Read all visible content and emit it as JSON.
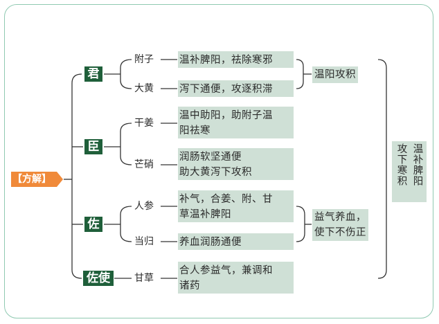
{
  "section_title": "【方解】",
  "roles": {
    "jun": "君",
    "chen": "臣",
    "zuo": "佐",
    "zuoshi": "佐使"
  },
  "herbs": {
    "fuzi": "附子",
    "dahuang": "大黄",
    "ganjiang": "干姜",
    "mangxiao": "芒硝",
    "renshen": "人参",
    "danggui": "当归",
    "gancao": "甘草"
  },
  "effects": {
    "fuzi": "温补脾阳，祛除寒邪",
    "dahuang": "泻下通便，攻逐积滞",
    "ganjiang_line1": "温中助阳，助附子温",
    "ganjiang_line2": "阳祛寒",
    "mangxiao_line1": "润肠软坚通便",
    "mangxiao_line2": "助大黄泻下攻积",
    "renshen_line1": "补气，合姜、附、甘",
    "renshen_line2": "草温补脾阳",
    "danggui": "养血润肠通便",
    "gancao_line1": "合人参益气，兼调和",
    "gancao_line2": "诸药"
  },
  "groups": {
    "jun_summary": "温阳攻积",
    "zuo_summary_line1": "益气养血，",
    "zuo_summary_line2": "使下不伤正"
  },
  "overall": {
    "col1": "温补脾阳",
    "col2": "攻下寒积"
  },
  "colors": {
    "role_bg": "#1f5f3a",
    "box_bg": "#cfe0d6",
    "tag_bg": "#f08a3a",
    "frame": "#8fc9b1"
  }
}
